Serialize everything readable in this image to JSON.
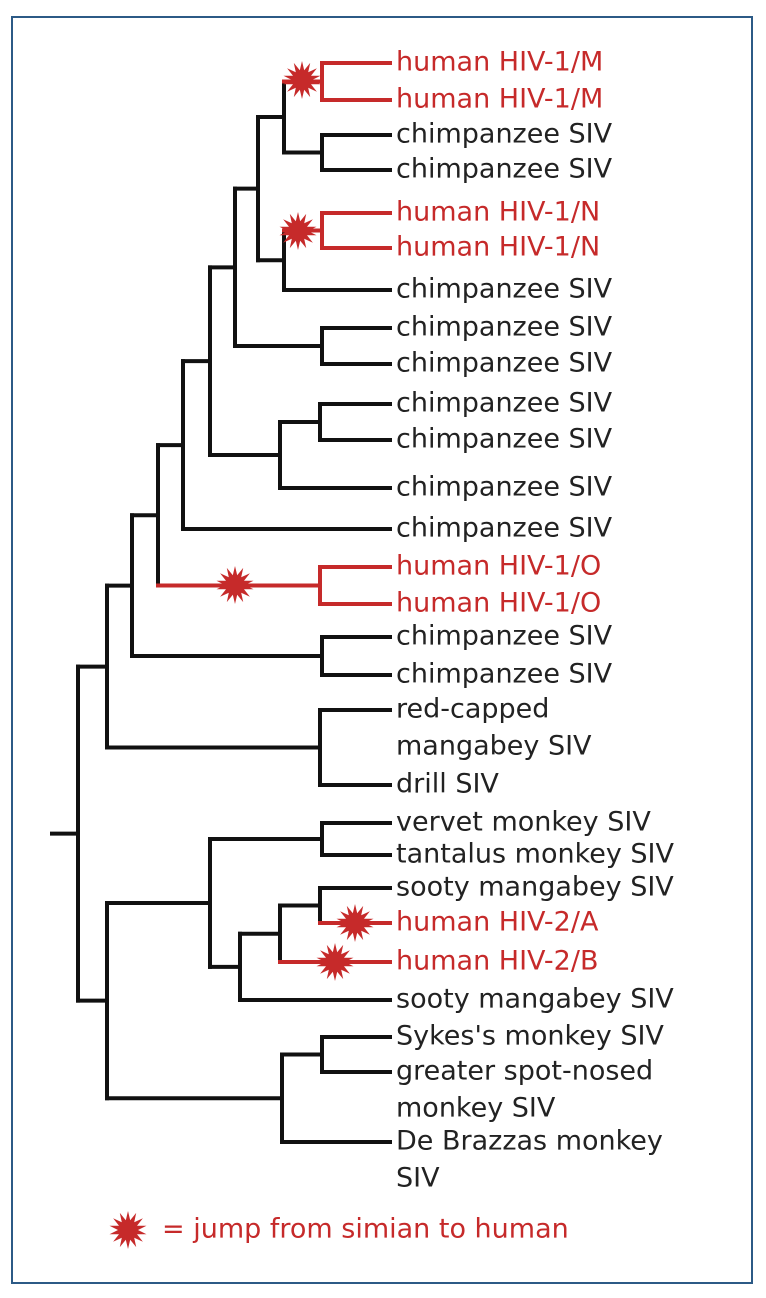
{
  "colors": {
    "frame_border": "#2c5a86",
    "branch": "#111111",
    "human_branch": "#c62a2a",
    "label": "#222222",
    "human_label": "#c62a2a",
    "jump_marker": "#c62a2a"
  },
  "leaves": [
    {
      "id": "m1",
      "lines": [
        "human HIV-1/M"
      ],
      "human": true
    },
    {
      "id": "m2",
      "lines": [
        "human HIV-1/M"
      ],
      "human": true
    },
    {
      "id": "c1",
      "lines": [
        "chimpanzee SIV"
      ],
      "human": false
    },
    {
      "id": "c2",
      "lines": [
        "chimpanzee SIV"
      ],
      "human": false
    },
    {
      "id": "n1",
      "lines": [
        "human HIV-1/N"
      ],
      "human": true
    },
    {
      "id": "n2",
      "lines": [
        "human HIV-1/N"
      ],
      "human": true
    },
    {
      "id": "c3",
      "lines": [
        "chimpanzee SIV"
      ],
      "human": false
    },
    {
      "id": "c4",
      "lines": [
        "chimpanzee SIV"
      ],
      "human": false
    },
    {
      "id": "c5",
      "lines": [
        "chimpanzee SIV"
      ],
      "human": false
    },
    {
      "id": "c6",
      "lines": [
        "chimpanzee SIV"
      ],
      "human": false
    },
    {
      "id": "c7",
      "lines": [
        "chimpanzee SIV"
      ],
      "human": false
    },
    {
      "id": "c8",
      "lines": [
        "chimpanzee SIV"
      ],
      "human": false
    },
    {
      "id": "c9",
      "lines": [
        "chimpanzee SIV"
      ],
      "human": false
    },
    {
      "id": "o1",
      "lines": [
        "human HIV-1/O"
      ],
      "human": true
    },
    {
      "id": "o2",
      "lines": [
        "human HIV-1/O"
      ],
      "human": true
    },
    {
      "id": "c10",
      "lines": [
        "chimpanzee SIV"
      ],
      "human": false
    },
    {
      "id": "c11",
      "lines": [
        "chimpanzee SIV"
      ],
      "human": false
    },
    {
      "id": "rcm",
      "lines": [
        "red-capped",
        "mangabey SIV"
      ],
      "human": false
    },
    {
      "id": "dr",
      "lines": [
        "drill SIV"
      ],
      "human": false
    },
    {
      "id": "vm",
      "lines": [
        "vervet monkey SIV"
      ],
      "human": false
    },
    {
      "id": "tm",
      "lines": [
        "tantalus monkey SIV"
      ],
      "human": false
    },
    {
      "id": "sm1",
      "lines": [
        "sooty mangabey SIV"
      ],
      "human": false
    },
    {
      "id": "h2a",
      "lines": [
        "human HIV-2/A"
      ],
      "human": true
    },
    {
      "id": "h2b",
      "lines": [
        "human HIV-2/B"
      ],
      "human": true
    },
    {
      "id": "sm2",
      "lines": [
        "sooty mangabey SIV"
      ],
      "human": false
    },
    {
      "id": "sk",
      "lines": [
        "Sykes's monkey SIV"
      ],
      "human": false
    },
    {
      "id": "gsn",
      "lines": [
        "greater spot-nosed",
        "monkey SIV"
      ],
      "human": false
    },
    {
      "id": "db",
      "lines": [
        "De Brazzas monkey",
        "SIV"
      ],
      "human": false
    }
  ],
  "legend": {
    "text": "= jump from simian to human",
    "marker_icon": "starburst-icon"
  }
}
